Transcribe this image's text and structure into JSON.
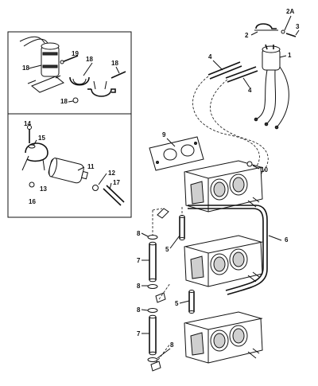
{
  "callouts": {
    "c1": "1",
    "c2": "2",
    "c2a": "2A",
    "c3": "3",
    "c4a": "4",
    "c4b": "4",
    "c5a": "5",
    "c5b": "5",
    "c6": "6",
    "c7a": "7",
    "c7b": "7",
    "c8a": "8",
    "c8b": "8",
    "c8c": "8",
    "c8d": "8",
    "c9": "9",
    "c10": "10",
    "c11": "11",
    "c12": "12",
    "c13": "13",
    "c14": "14",
    "c15": "15",
    "c16": "16",
    "c17": "17",
    "c18a": "18",
    "c18b": "18",
    "c18c": "18",
    "c18d": "18",
    "c19": "19"
  }
}
